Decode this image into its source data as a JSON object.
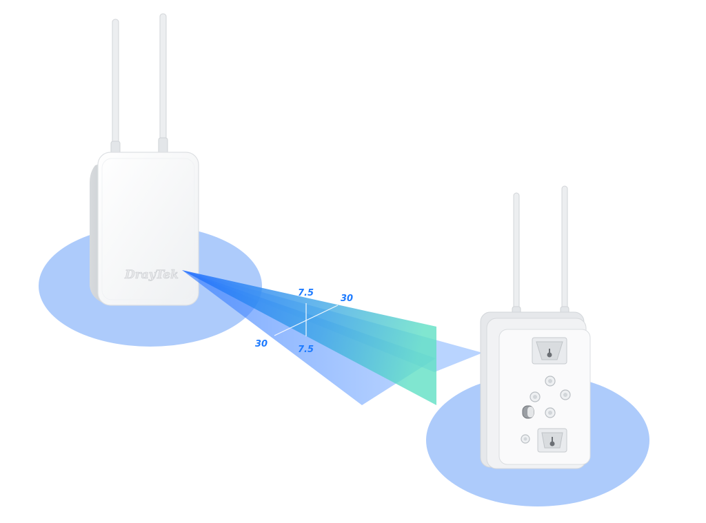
{
  "brand_label": "DrayTek",
  "beam": {
    "labels": {
      "top_inner": "7.5",
      "top_outer": "30",
      "bottom_outer": "30",
      "bottom_inner": "7.5"
    }
  },
  "colors": {
    "coverage_ellipse": "#a9c8fb",
    "beam_wide": "#7fb0ff",
    "beam_narrow_start": "#1f6bff",
    "beam_narrow_end": "#5fe0c4",
    "device_body": "#f4f5f6",
    "device_shadow": "#d9dcdf",
    "label_blue": "#1e7bff"
  },
  "icons": [
    "access-point-front",
    "access-point-back",
    "antenna",
    "mounting-bracket",
    "antenna-connector",
    "grounding-screw"
  ]
}
